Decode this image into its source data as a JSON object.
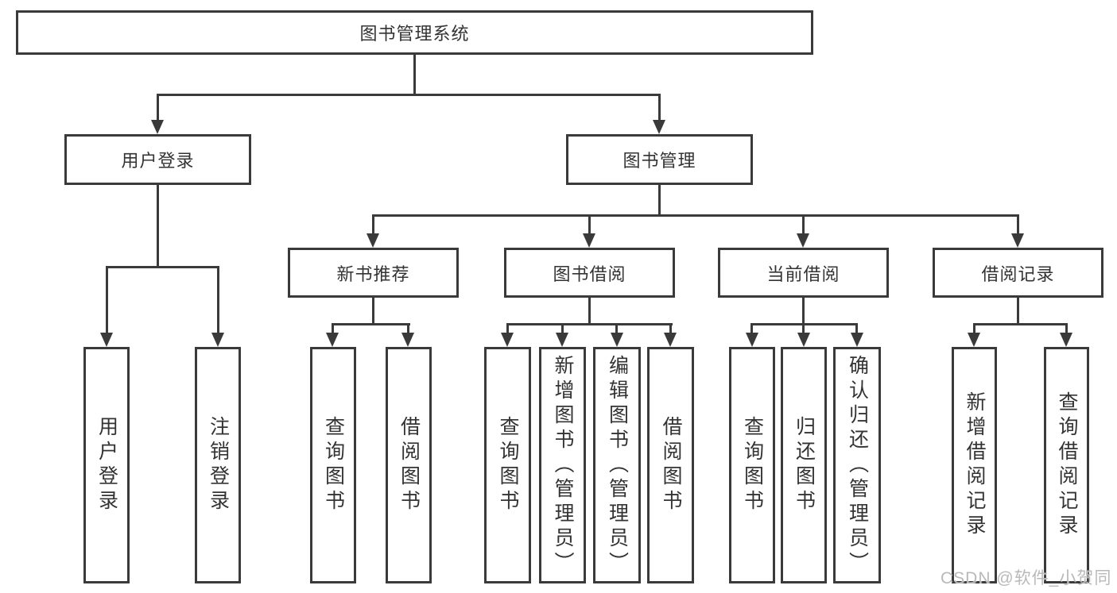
{
  "nodes": {
    "root": "图书管理系统",
    "user_login": "用户登录",
    "book_mgmt": "图书管理",
    "new_book_rec": "新书推荐",
    "book_borrow": "图书借阅",
    "current_borrow": "当前借阅",
    "borrow_records": "借阅记录",
    "ul_user_login": "用户登录",
    "ul_logout": "注销登录",
    "nr_query_book": "查询图书",
    "nr_borrow_book": "借阅图书",
    "bb_query_book": "查询图书",
    "bb_add_book": "新增图书（管理员）",
    "bb_edit_book": "编辑图书（管理员）",
    "bb_borrow_book": "借阅图书",
    "cb_query_book": "查询图书",
    "cb_return_book": "归还图书",
    "cb_confirm_return": "确认归还（管理员）",
    "br_add_record": "新增借阅记录",
    "br_query_record": "查询借阅记录"
  },
  "watermark": "CSDN @软件_小贺同学",
  "colors": {
    "line": "#3a3a3a",
    "text": "#333333",
    "watermark": "#b9b9b9",
    "background": "#ffffff"
  }
}
